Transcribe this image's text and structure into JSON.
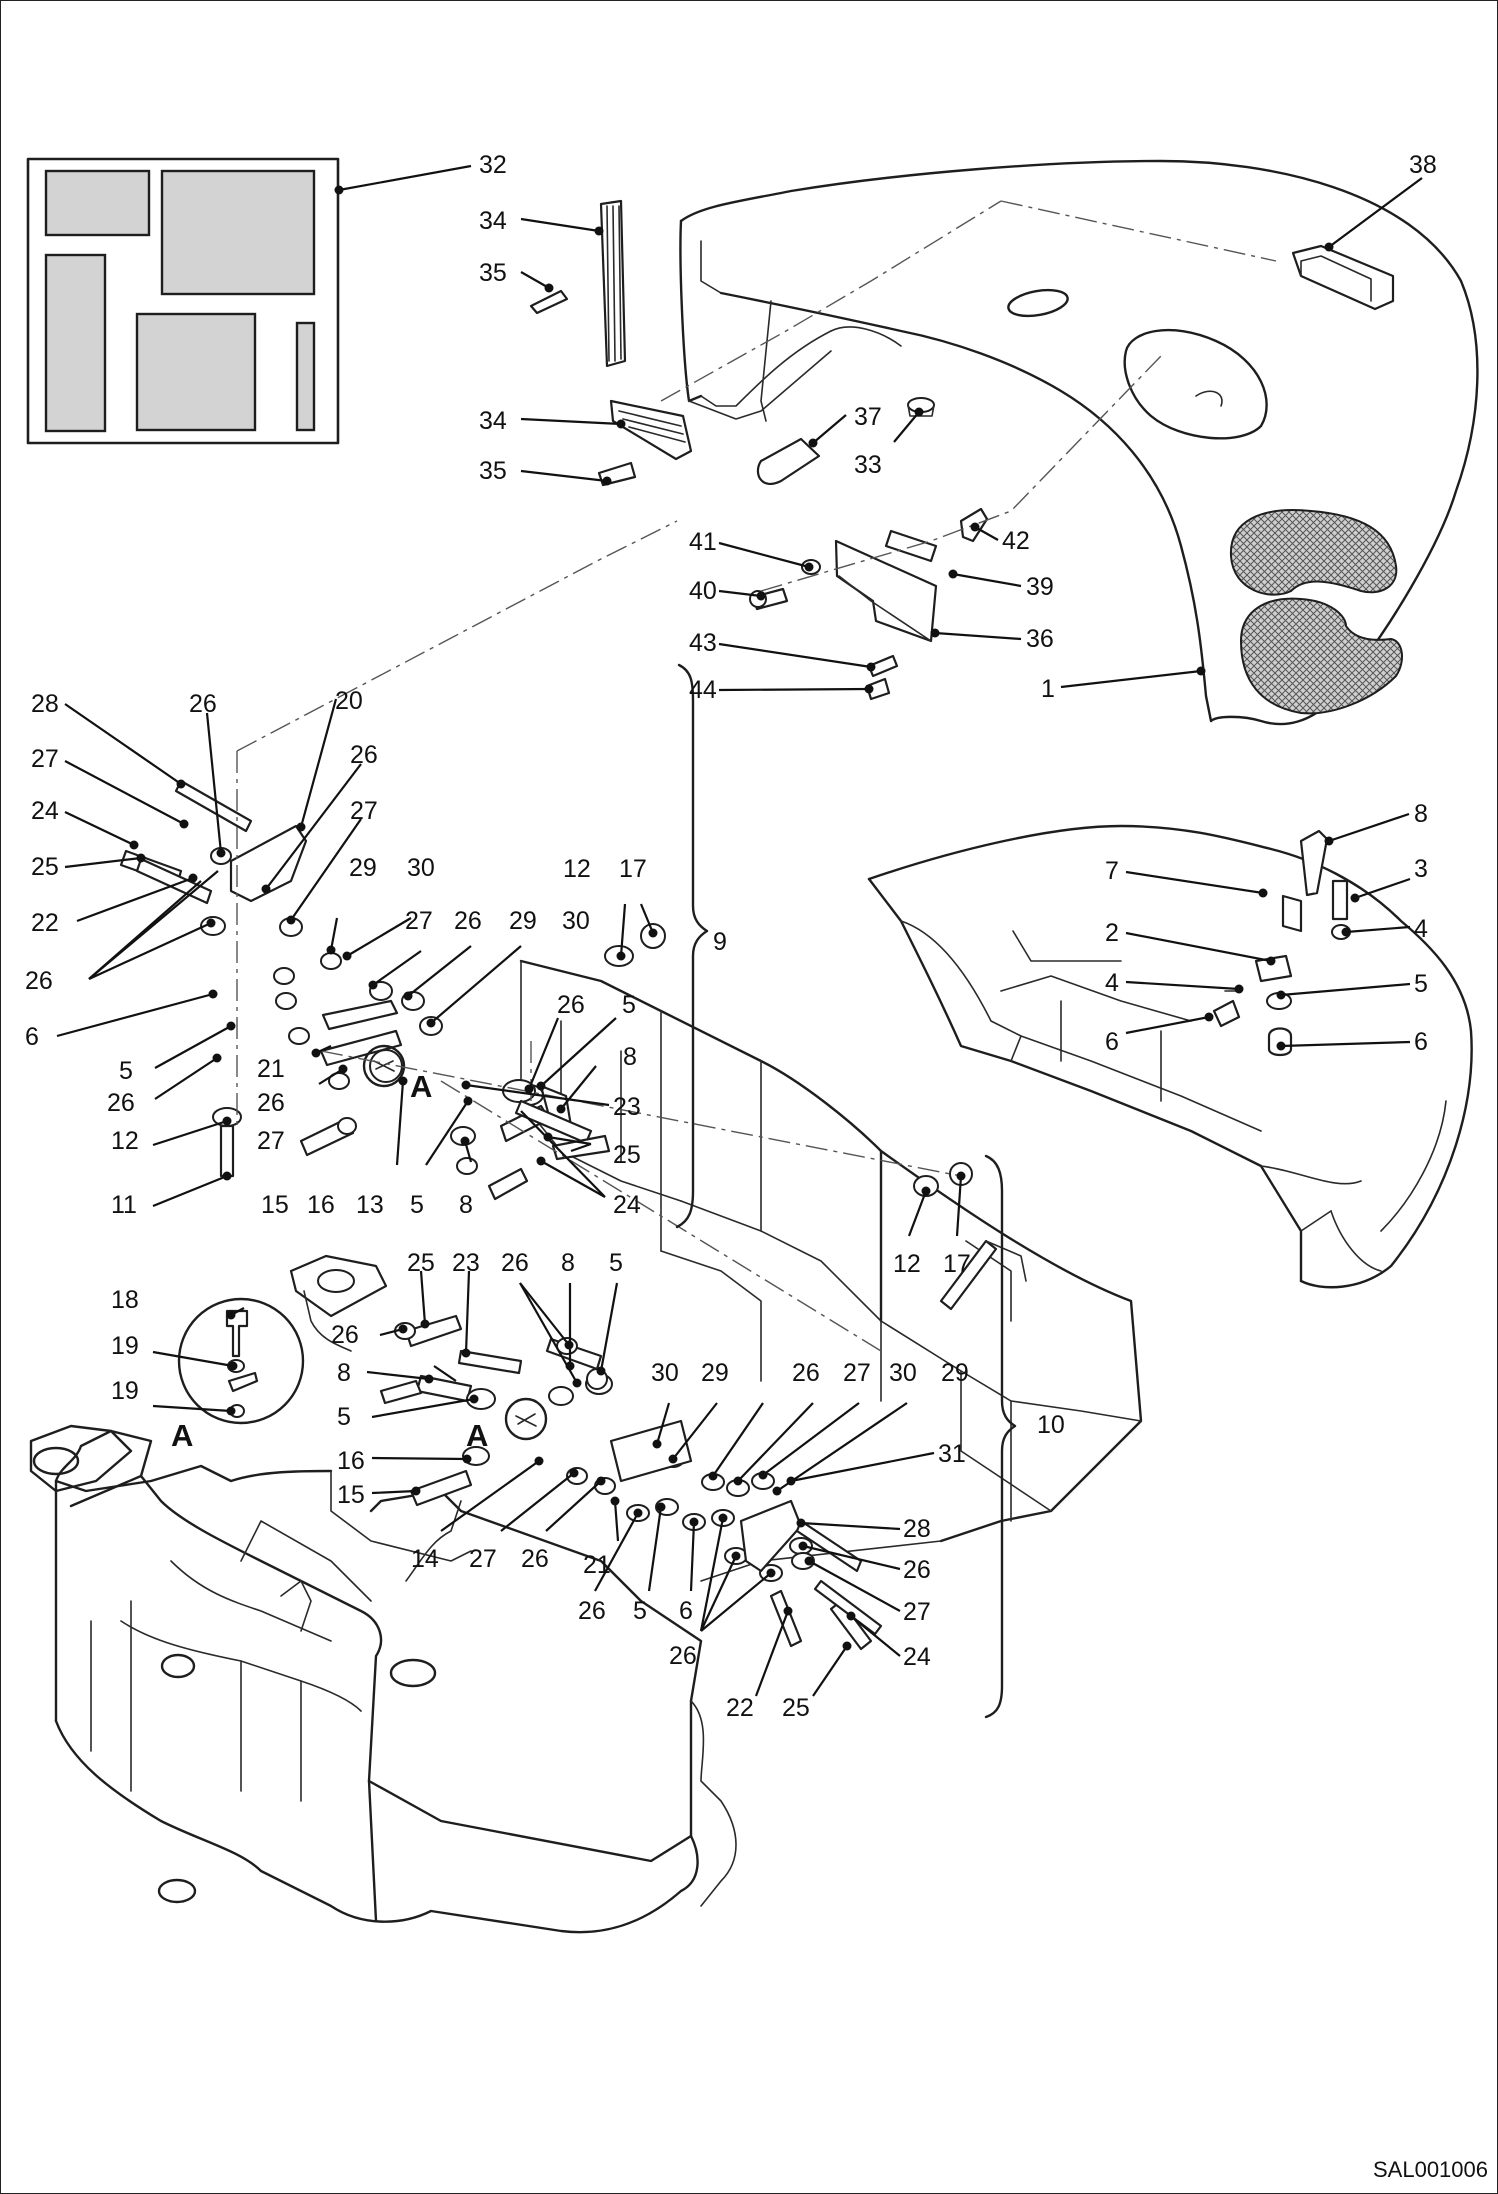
{
  "drawing_code": "SAL001006",
  "detail_marker": "A",
  "labels": {
    "n1": "1",
    "n2": "2",
    "n3": "3",
    "n4": "4",
    "n5": "5",
    "n6": "6",
    "n7": "7",
    "n8": "8",
    "n9": "9",
    "n10": "10",
    "n11": "11",
    "n12": "12",
    "n13": "13",
    "n14": "14",
    "n15": "15",
    "n16": "16",
    "n17": "17",
    "n18": "18",
    "n19": "19",
    "n20": "20",
    "n21": "21",
    "n22": "22",
    "n23": "23",
    "n24": "24",
    "n25": "25",
    "n26": "26",
    "n27": "27",
    "n28": "28",
    "n29": "29",
    "n30": "30",
    "n31": "31",
    "n32": "32",
    "n33": "33",
    "n34": "34",
    "n35": "35",
    "n36": "36",
    "n37": "37",
    "n38": "38",
    "n39": "39",
    "n40": "40",
    "n41": "41",
    "n42": "42",
    "n43": "43",
    "n44": "44"
  },
  "colors": {
    "line": "#1e1e1e",
    "decal_fill": "#d3d3d3",
    "mesh": "#8a8a8a",
    "background": "#ffffff"
  }
}
